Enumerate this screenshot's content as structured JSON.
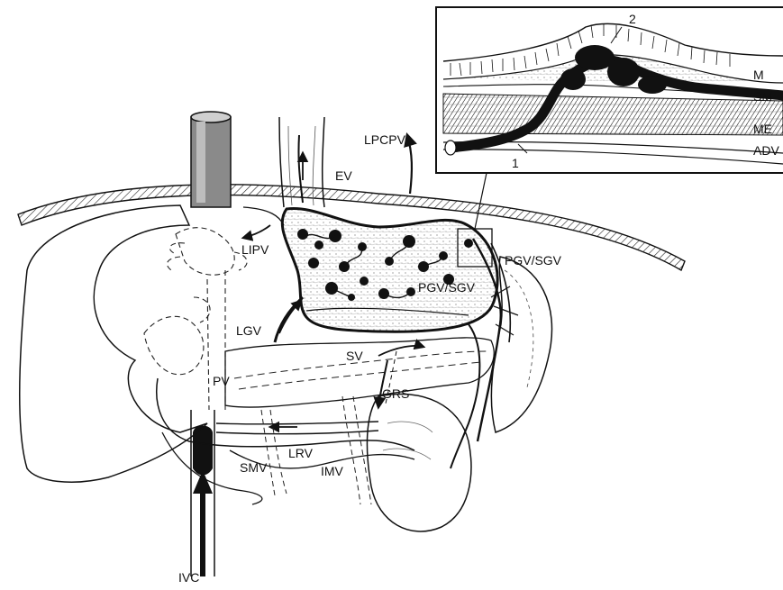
{
  "labels": {
    "ev": "EV",
    "lpcpv": "LPCPV",
    "lipv": "LIPV",
    "lgv": "LGV",
    "pgv_sgv_inner": "PGV/SGV",
    "pgv_sgv_outer": "PGV/SGV",
    "pv": "PV",
    "sv": "SV",
    "grs": "GRS",
    "lrv": "LRV",
    "smv": "SMV",
    "imv": "IMV",
    "ivc": "IVC"
  },
  "inset": {
    "marker_1": "1",
    "marker_2": "2",
    "layers": [
      "M",
      "SM",
      "ME",
      "ADV"
    ]
  }
}
